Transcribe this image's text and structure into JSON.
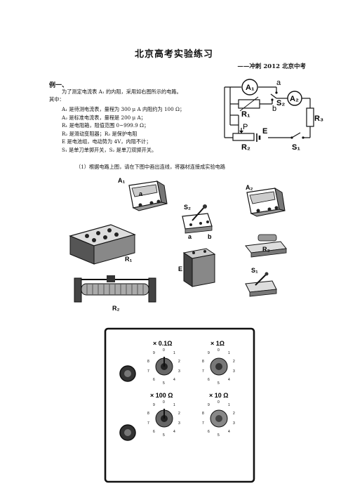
{
  "document": {
    "title": "北京高考实验练习",
    "subtitle": "——冲刺 2012 北京中考",
    "example_heading": "例一、",
    "intro_line1": "为了测定电流表 A₁ 的内阻，采用如右图所示的电路。",
    "intro_line2": "其中：",
    "items": [
      "A₁ 是待测电流表，量程为 300 μ A 内阻约为 100 Ω；",
      "A₂ 是标准电流表，量程是 200 μ A；",
      "R₁ 是电阻箱，阻值范围 0~999.9 Ω；",
      "R₂ 是滑动变阻器；R₃ 是保护电阻",
      "E 是电池组，电动势为 4V，内阻不计；",
      "S₁ 是单刀单掷开关，S₂ 是单刀双掷开关。"
    ],
    "instruction": "（1）根据电路上图，请在下图中画出连线，将器材连接成实验电路"
  },
  "circuit": {
    "labels": {
      "a1": "A₁",
      "a2": "A₂",
      "r1": "R₁",
      "r2": "R₂",
      "r3": "R₃",
      "s1": "S₁",
      "s2": "S₂",
      "e": "E",
      "a": "a",
      "b": "b",
      "p": "P"
    }
  },
  "apparatus": {
    "a1": "A₁",
    "a1_terminal": "a",
    "a2": "A₂",
    "s2": "S₂",
    "s2_a": "a",
    "s2_b": "b",
    "r1": "R₁",
    "r2": "R₂",
    "r3": "R₃",
    "e": "E",
    "s1": "S₁"
  },
  "resistance_box": {
    "dials": [
      {
        "label": "× 0.1Ω"
      },
      {
        "label": "× 1Ω"
      },
      {
        "label": "× 100 Ω"
      },
      {
        "label": "× 10 Ω"
      }
    ],
    "digits": [
      "0",
      "1",
      "2",
      "3",
      "4",
      "5",
      "6",
      "7",
      "8",
      "9"
    ]
  }
}
